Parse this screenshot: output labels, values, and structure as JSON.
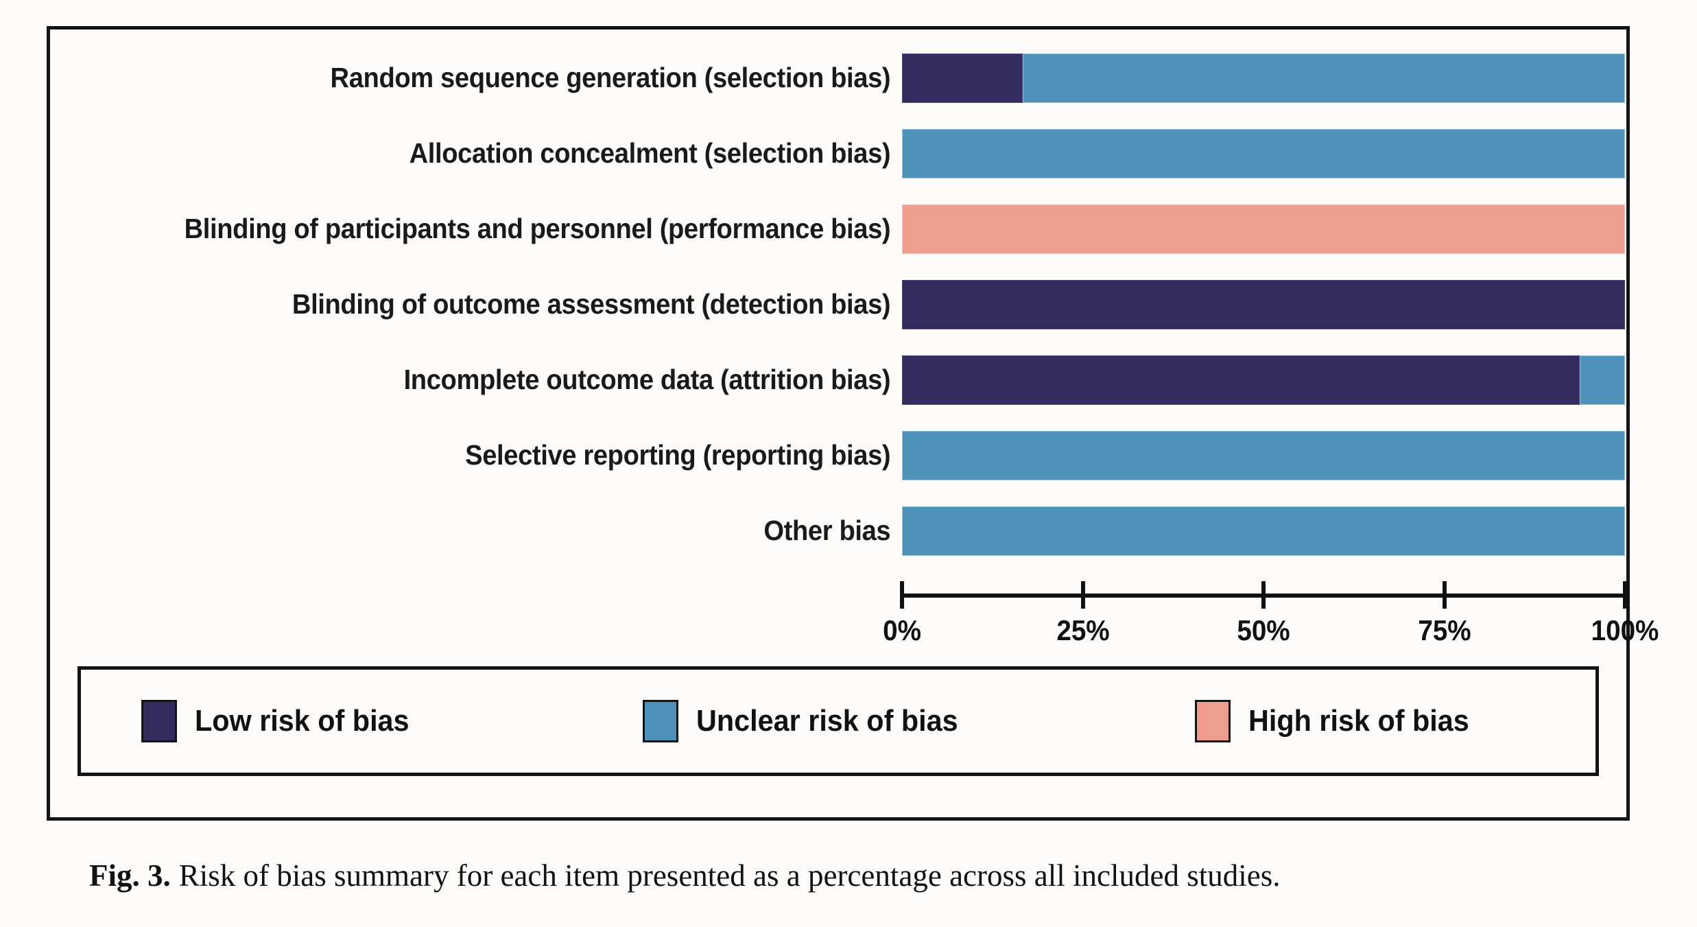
{
  "figure": {
    "caption_prefix": "Fig. 3.",
    "caption_text": "Risk of bias summary for each item presented as a percentage across all included studies."
  },
  "colors": {
    "low_risk": "#342c5e",
    "unclear_risk": "#4e92ba",
    "high_risk": "#ef9e8d",
    "frame": "#141414",
    "background": "#fdfcfb",
    "text": "#111111"
  },
  "legend": {
    "items": [
      {
        "label": "Low risk of bias",
        "color_key": "low_risk"
      },
      {
        "label": "Unclear risk of bias",
        "color_key": "unclear_risk"
      },
      {
        "label": "High risk of bias",
        "color_key": "high_risk"
      }
    ]
  },
  "axis": {
    "ticks": [
      {
        "label": "0%",
        "value": 0
      },
      {
        "label": "25%",
        "value": 25
      },
      {
        "label": "50%",
        "value": 50
      },
      {
        "label": "75%",
        "value": 75
      },
      {
        "label": "100%",
        "value": 100
      }
    ],
    "min": 0,
    "max": 100
  },
  "chart_data": {
    "type": "bar",
    "orientation": "horizontal",
    "stacked": true,
    "normalized_percent": true,
    "title": "",
    "subtitle": "",
    "xlabel": "",
    "ylabel": "",
    "xlim": [
      0,
      100
    ],
    "grid": false,
    "legend_position": "bottom",
    "categories": [
      "Random sequence generation (selection bias)",
      "Allocation concealment (selection bias)",
      "Blinding of participants and personnel (performance bias)",
      "Blinding of outcome assessment (detection bias)",
      "Incomplete outcome data (attrition bias)",
      "Selective reporting (reporting bias)",
      "Other bias"
    ],
    "series": [
      {
        "name": "Low risk of bias",
        "color": "#342c5e",
        "values": [
          16.7,
          0,
          0,
          100,
          93.7,
          0,
          0
        ]
      },
      {
        "name": "Unclear risk of bias",
        "color": "#4e92ba",
        "values": [
          83.3,
          100,
          0,
          0,
          6.3,
          100,
          100
        ]
      },
      {
        "name": "High risk of bias",
        "color": "#ef9e8d",
        "values": [
          0,
          0,
          100,
          0,
          0,
          0,
          0
        ]
      }
    ],
    "rows": [
      {
        "label": "Random sequence generation (selection bias)",
        "segments": [
          {
            "risk": "low",
            "percent": 16.7
          },
          {
            "risk": "unclear",
            "percent": 83.3
          }
        ]
      },
      {
        "label": "Allocation concealment (selection bias)",
        "segments": [
          {
            "risk": "unclear",
            "percent": 100
          }
        ]
      },
      {
        "label": "Blinding of participants and personnel (performance bias)",
        "segments": [
          {
            "risk": "high",
            "percent": 100
          }
        ]
      },
      {
        "label": "Blinding of outcome assessment (detection bias)",
        "segments": [
          {
            "risk": "low",
            "percent": 100
          }
        ]
      },
      {
        "label": "Incomplete outcome data (attrition bias)",
        "segments": [
          {
            "risk": "low",
            "percent": 93.7
          },
          {
            "risk": "unclear",
            "percent": 6.3
          }
        ]
      },
      {
        "label": "Selective reporting (reporting bias)",
        "segments": [
          {
            "risk": "unclear",
            "percent": 100
          }
        ]
      },
      {
        "label": "Other bias",
        "segments": [
          {
            "risk": "unclear",
            "percent": 100
          }
        ]
      }
    ]
  }
}
